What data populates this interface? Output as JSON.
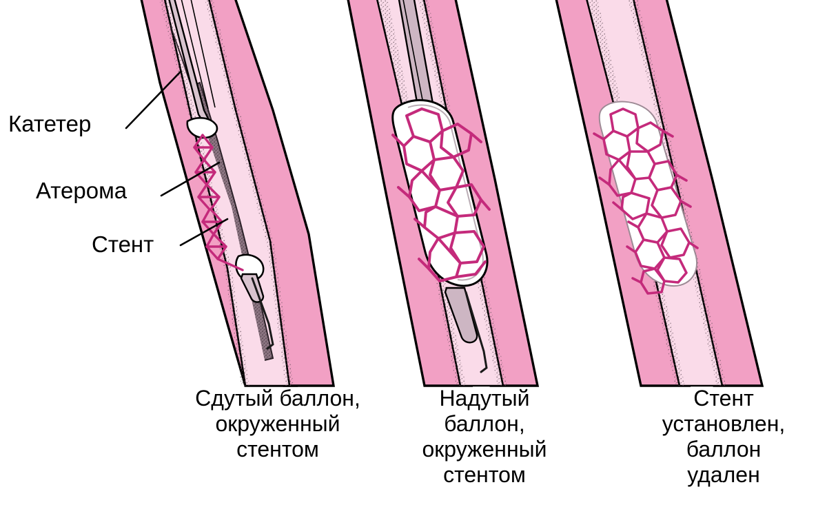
{
  "diagram": {
    "title": "Stent placement procedure stages (Russian medical illustration)",
    "labels": {
      "catheter": "Катетер",
      "atheroma": "Атерома",
      "stent": "Стент"
    },
    "captions": [
      "Сдутый баллон, окруженный стентом",
      "Надутый баллон, окруженный стентом",
      "Стент установлен, баллон удален"
    ],
    "panels": [
      {
        "id": "panel-1",
        "caption_lines": [
          "Сдутый баллон,",
          "окруженный",
          "стентом"
        ],
        "state": "deflated-balloon-with-stent"
      },
      {
        "id": "panel-2",
        "caption_lines": [
          "Надутый баллон,",
          "окруженный",
          "стентом"
        ],
        "state": "inflated-balloon-with-stent"
      },
      {
        "id": "panel-3",
        "caption_lines": [
          "Стент",
          "установлен,",
          "баллон",
          "удален"
        ],
        "state": "stent-deployed-balloon-removed"
      }
    ],
    "colors": {
      "vessel_wall": "#f2a0c4",
      "vessel_wall_dark": "#e888b3",
      "lumen": "#fadbe9",
      "atheroma": "#8d7683",
      "atheroma_dark": "#6f5a66",
      "stent_strut": "#c42a7b",
      "balloon": "#ffffff",
      "outline": "#000000",
      "background": "#ffffff",
      "text": "#000000"
    }
  }
}
